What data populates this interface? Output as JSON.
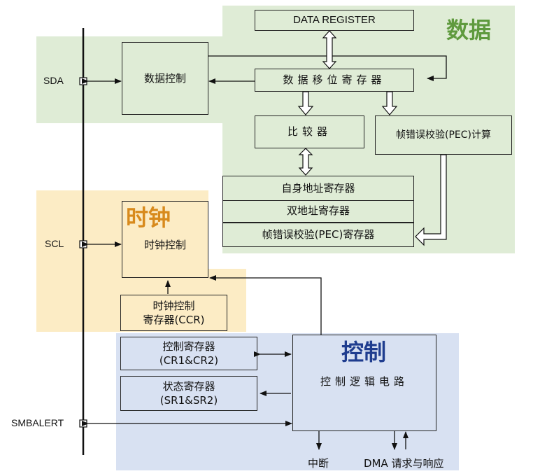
{
  "colors": {
    "data_bg": "#dfecd6",
    "clock_bg": "#fcecc5",
    "control_bg": "#d8e1f2",
    "data_title": "#5f9a3e",
    "clock_title": "#d88a1c",
    "control_title": "#1f3d8f"
  },
  "titles": {
    "data": "数据",
    "clock": "时钟",
    "control": "控制"
  },
  "pins": {
    "sda": "SDA",
    "scl": "SCL",
    "smbalert": "SMBALERT"
  },
  "boxes": {
    "data_register": "DATA REGISTER",
    "data_control": "数据控制",
    "shift_register": "数据移位寄存器",
    "comparator": "比较器",
    "pec_calc": "帧错误校验(PEC)计算",
    "own_address": "自身地址寄存器",
    "dual_address": "双地址寄存器",
    "pec_register": "帧错误校验(PEC)寄存器",
    "clock_control": "时钟控制",
    "ccr_line1": "时钟控制",
    "ccr_line2": "寄存器(CCR)",
    "ctrl_reg_line1": "控制寄存器",
    "ctrl_reg_line2": "(CR1&CR2)",
    "status_reg_line1": "状态寄存器",
    "status_reg_line2": "(SR1&SR2)",
    "control_logic": "控制逻辑电路"
  },
  "outputs": {
    "interrupt": "中断",
    "dma": "DMA 请求与响应"
  }
}
